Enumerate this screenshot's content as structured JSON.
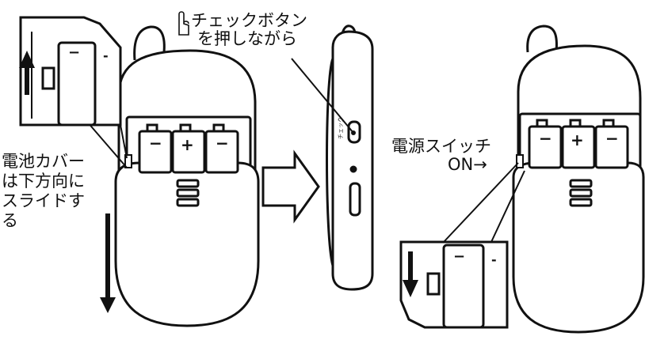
{
  "figure": {
    "cover_instruction": "電池カバー\nは下方向に\nスライドす\nる",
    "check_button_line1": "チェックボタン",
    "check_button_line2": "を押しながら",
    "power_switch_label": "電源スイッチ",
    "on_label": "ON→",
    "side_check_label": "チェック",
    "battery_minus": "−",
    "battery_plus": "+",
    "compartment_minus_small": "-",
    "pointer_icon": "hand-pointer-icon",
    "arrow_up_icon": "arrow-up-icon",
    "arrow_down_icon": "arrow-down-icon",
    "next_step_icon": "right-arrow-icon",
    "line_color": "#111111",
    "fill_color": "#ffffff"
  }
}
